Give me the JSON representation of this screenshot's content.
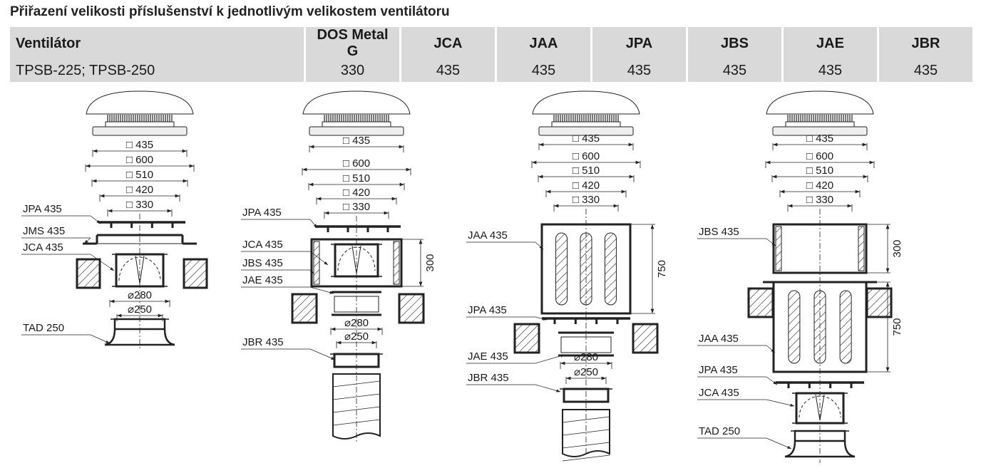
{
  "title": "Přiřazení velikosti příslušenství k jednotlivým velikostem ventilátoru",
  "table": {
    "headers": [
      "Ventilátor",
      "DOS Metal G",
      "JCA",
      "JAA",
      "JPA",
      "JBS",
      "JAE",
      "JBR"
    ],
    "row": [
      "TPSB-225; TPSB-250",
      "330",
      "435",
      "435",
      "435",
      "435",
      "435",
      "435"
    ]
  },
  "diagrams": [
    {
      "dims": [
        "□ 435",
        "□ 600",
        "□ 510",
        "□ 420",
        "□ 330",
        "⌀280",
        "⌀250"
      ],
      "labels": [
        "JPA 435",
        "JMS 435",
        "JCA 435",
        "TAD 250"
      ],
      "vdims": []
    },
    {
      "dims": [
        "□ 435",
        "□ 600",
        "□ 510",
        "□ 420",
        "□ 330",
        "⌀280",
        "⌀250"
      ],
      "labels": [
        "JPA 435",
        "JCA 435",
        "JBS 435",
        "JAE 435",
        "JBR 435"
      ],
      "vdims": [
        "300"
      ]
    },
    {
      "dims": [
        "□ 435",
        "□ 600",
        "□ 510",
        "□ 420",
        "□ 330",
        "⌀280",
        "⌀250"
      ],
      "labels": [
        "JAA 435",
        "JPA 435",
        "JAE 435",
        "JBR 435"
      ],
      "vdims": [
        "750"
      ]
    },
    {
      "dims": [
        "□ 435",
        "□ 600",
        "□ 510",
        "□ 420",
        "□ 330"
      ],
      "labels": [
        "JBS 435",
        "JAA 435",
        "JPA 435",
        "JCA 435",
        "TAD 250"
      ],
      "vdims": [
        "300",
        "750"
      ]
    }
  ]
}
